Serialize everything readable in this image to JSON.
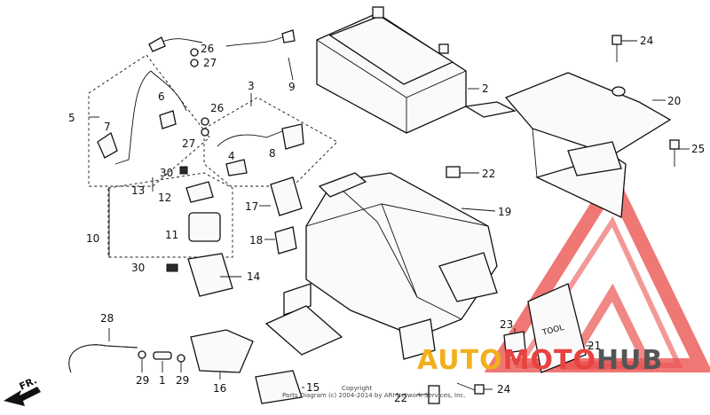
{
  "diagram": {
    "callouts": [
      {
        "id": "c1",
        "label": "1"
      },
      {
        "id": "c2",
        "label": "2"
      },
      {
        "id": "c3",
        "label": "3"
      },
      {
        "id": "c4",
        "label": "4"
      },
      {
        "id": "c5",
        "label": "5"
      },
      {
        "id": "c6",
        "label": "6"
      },
      {
        "id": "c7",
        "label": "7"
      },
      {
        "id": "c8",
        "label": "8"
      },
      {
        "id": "c9",
        "label": "9"
      },
      {
        "id": "c10",
        "label": "10"
      },
      {
        "id": "c11",
        "label": "11"
      },
      {
        "id": "c12",
        "label": "12"
      },
      {
        "id": "c13",
        "label": "13"
      },
      {
        "id": "c14",
        "label": "14"
      },
      {
        "id": "c15",
        "label": "15"
      },
      {
        "id": "c16",
        "label": "16"
      },
      {
        "id": "c17",
        "label": "17"
      },
      {
        "id": "c18",
        "label": "18"
      },
      {
        "id": "c19",
        "label": "19"
      },
      {
        "id": "c20",
        "label": "20"
      },
      {
        "id": "c21",
        "label": "21"
      },
      {
        "id": "c22a",
        "label": "22"
      },
      {
        "id": "c22b",
        "label": "22"
      },
      {
        "id": "c23",
        "label": "23"
      },
      {
        "id": "c24a",
        "label": "24"
      },
      {
        "id": "c24b",
        "label": "24"
      },
      {
        "id": "c25",
        "label": "25"
      },
      {
        "id": "c26a",
        "label": "26"
      },
      {
        "id": "c26b",
        "label": "26"
      },
      {
        "id": "c27a",
        "label": "27"
      },
      {
        "id": "c27b",
        "label": "27"
      },
      {
        "id": "c28",
        "label": "28"
      },
      {
        "id": "c29a",
        "label": "29"
      },
      {
        "id": "c29b",
        "label": "29"
      },
      {
        "id": "c30a",
        "label": "30"
      },
      {
        "id": "c30b",
        "label": "30"
      }
    ],
    "front_arrow_label": "FR.",
    "tool_label": "TOOL",
    "copyright_line1": "Copyright",
    "copyright_line2": "Parts Diagram (c) 2004-2014 by ARI Network Services, Inc."
  },
  "watermark": {
    "part1": "AUTO",
    "part2": "MOTO",
    "part3": "HUB",
    "color_red": "#e8423f",
    "color_yellow": "#f2b01e",
    "color_gray": "#555555"
  }
}
